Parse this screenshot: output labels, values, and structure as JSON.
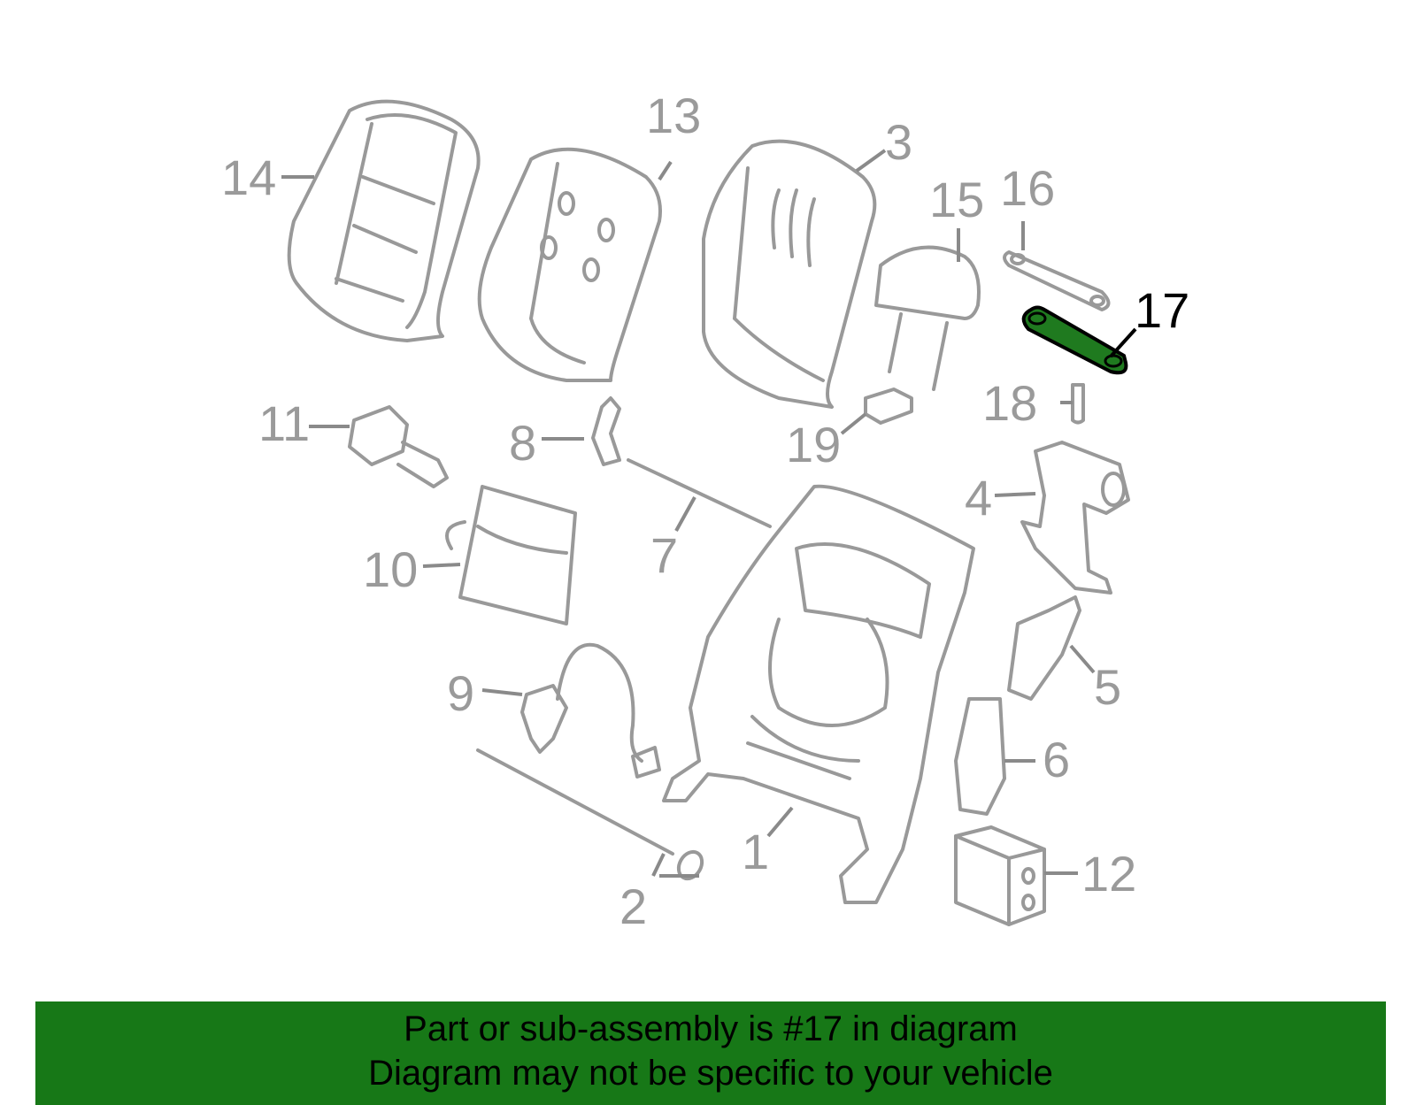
{
  "diagram": {
    "callouts": [
      {
        "id": "1",
        "label": "1"
      },
      {
        "id": "2",
        "label": "2"
      },
      {
        "id": "3",
        "label": "3"
      },
      {
        "id": "4",
        "label": "4"
      },
      {
        "id": "5",
        "label": "5"
      },
      {
        "id": "6",
        "label": "6"
      },
      {
        "id": "7",
        "label": "7"
      },
      {
        "id": "8",
        "label": "8"
      },
      {
        "id": "9",
        "label": "9"
      },
      {
        "id": "10",
        "label": "10"
      },
      {
        "id": "11",
        "label": "11"
      },
      {
        "id": "12",
        "label": "12"
      },
      {
        "id": "13",
        "label": "13"
      },
      {
        "id": "14",
        "label": "14"
      },
      {
        "id": "15",
        "label": "15"
      },
      {
        "id": "16",
        "label": "16"
      },
      {
        "id": "17",
        "label": "17"
      },
      {
        "id": "18",
        "label": "18"
      },
      {
        "id": "19",
        "label": "19"
      }
    ],
    "highlighted_part": "17",
    "colors": {
      "part_stroke": "#999999",
      "highlight_fill": "#1f7a1f",
      "banner_bg": "#177817",
      "active_text": "#000000",
      "inactive_text": "#9a9a9a"
    }
  },
  "banner": {
    "line1": "Part or sub-assembly is #17 in diagram",
    "line2": "Diagram may not be specific to your vehicle"
  }
}
